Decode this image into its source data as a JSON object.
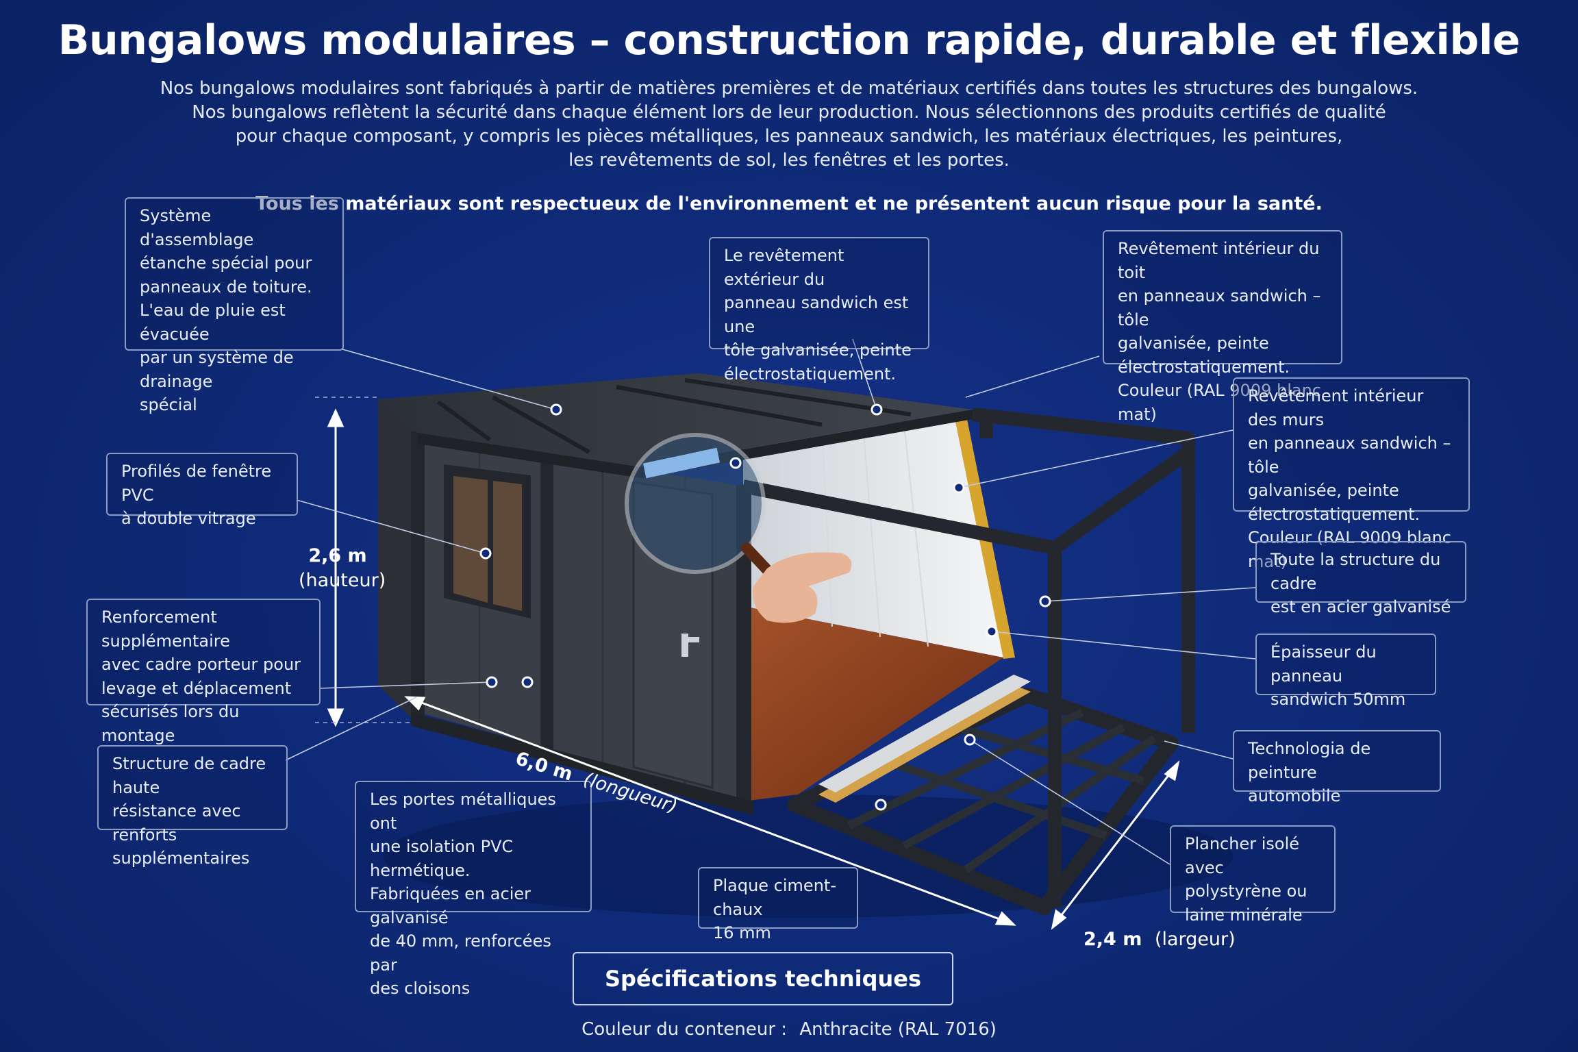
{
  "title": "Bungalows modulaires – construction rapide, durable et flexible",
  "intro_lines": [
    "Nos bungalows modulaires sont fabriqués à partir de matières premières et de matériaux certifiés dans toutes les structures des bungalows.",
    "Nos bungalows reflètent la sécurité dans chaque élément lors de leur production. Nous sélectionnons des produits certifiés de qualité",
    "pour chaque composant, y compris les pièces métalliques, les panneaux sandwich, les matériaux électriques, les peintures,",
    "les revêtements de sol, les fenêtres et les portes."
  ],
  "tagline": "Tous les matériaux sont respectueux de l'environnement et ne présentent aucun risque pour la santé.",
  "callouts": {
    "roof_assembly": "Système d'assemblage\nétanche spécial pour\npanneaux de toiture.\nL'eau de pluie est évacuée\npar un système de drainage\nspécial",
    "exterior_coating": "Le revêtement extérieur du\npanneau sandwich est une\ntôle galvanisée, peinte\nélectrostatiquement.",
    "roof_interior": "Revêtement intérieur du toit\nen panneaux sandwich – tôle\ngalvanisée, peinte\nélectrostatiquement.\nCouleur (RAL 9009 blanc mat)",
    "wall_interior": "Revêtement intérieur des murs\nen panneaux sandwich – tôle\ngalvanisée, peinte\nélectrostatiquement.\nCouleur (RAL 9009 blanc mat)",
    "window": "Profilés de fenêtre PVC\nà double vitrage",
    "frame_galvanized": "Toute la structure du cadre\nest en acier galvanisé",
    "panel_thickness": "Épaisseur du panneau\nsandwich 50mm",
    "reinforcement": "Renforcement supplémentaire\navec cadre porteur pour\nlevage et déplacement\nsécurisés lors du montage",
    "paint": "Technologia de peinture\nautomobile",
    "high_strength_frame": "Structure de cadre haute\nrésistance avec renforts\nsupplémentaires",
    "doors": "Les portes métalliques ont\nune isolation PVC hermétique.\nFabriquées en acier galvanisé\nde 40 mm, renforcées par\ndes cloisons",
    "cement_board": "Plaque ciment-chaux\n16 mm",
    "insulated_floor": "Plancher isolé avec\npolystyrène ou\nlaine minérale"
  },
  "dimensions": {
    "height_value": "2,6 m",
    "height_label": "(hauteur)",
    "length_value": "6,0 m",
    "length_label": "(longueur)",
    "width_value": "2,4 m",
    "width_label": "(largeur)"
  },
  "specs": {
    "button_label": "Spécifications techniques",
    "color_label": "Couleur du conteneur :",
    "color_value": "Anthracite (RAL 7016)"
  },
  "colors": {
    "background": "#0f2a78",
    "container": "#3a3f47",
    "floor_wood": "#8a3f1c",
    "interior_wall": "#e9ecef",
    "callout_border": "#8a9bc4"
  }
}
